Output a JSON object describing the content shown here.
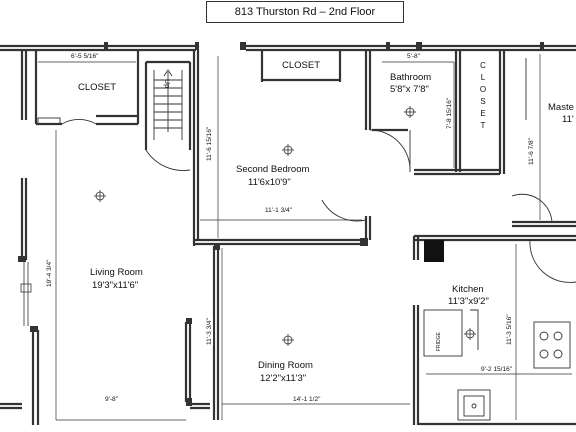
{
  "title": "813 Thurston Rd – 2nd Floor",
  "rooms": {
    "closet_left": "CLOSET",
    "closet_top": "CLOSET",
    "closet_vertical": "CLOSET",
    "up_label": "Up",
    "bathroom_name": "Bathroom",
    "bathroom_size": "5'8\"x 7'8\"",
    "second_bedroom_name": "Second Bedroom",
    "second_bedroom_size": "11'6x10'9\"",
    "master_name": "Maste",
    "master_size": "11'",
    "living_room_name": "Living Room",
    "living_room_size": "19'3\"x11'6\"",
    "kitchen_name": "Kitchen",
    "kitchen_size": "11'3\"x9'2\"",
    "dining_room_name": "Dining Room",
    "dining_room_size": "12'2\"x11'3\"",
    "fridge": "FRIDGE"
  },
  "dimensions": {
    "closet_width": "6'-5 5/16\"",
    "bath_width": "5'-8\"",
    "bath_height": "7'-8 15/16\"",
    "bedroom_height": "11'-6 15/16\"",
    "bedroom_width": "11'-1 3/4\"",
    "master_height": "11'-6 7/8\"",
    "living_height": "19'-4 3/4\"",
    "living_width": "9'-8\"",
    "dining_height": "11'-3 3/4\"",
    "dining_width": "14'-1 1/2\"",
    "kitchen_height": "11'-3 5/16\"",
    "kitchen_width": "9'-2 15/16\""
  }
}
